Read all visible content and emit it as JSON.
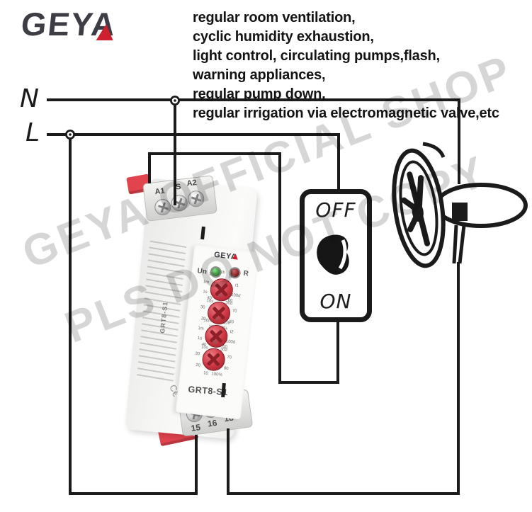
{
  "brand": {
    "logo_text": "GEYA"
  },
  "header": {
    "lines": [
      "regular room ventilation,",
      "cyclic humidity exhaustion,",
      "light control, circulating pumps,flash,",
      "warning appliances,",
      "regular pump down,",
      "regular irrigation via electromagnetic valve,etc"
    ]
  },
  "wiring": {
    "neutral_label": "N",
    "line_label": "L",
    "switch": {
      "off_label": "OFF",
      "on_label": "ON"
    },
    "relay": {
      "top_terminals": [
        "A1",
        "S",
        "A2"
      ],
      "bottom_terminals": [
        "15",
        "16",
        "18"
      ],
      "panel": {
        "brand": "GEYA",
        "power_led_label": "Un",
        "relay_led_label": "R",
        "model": "GRT8-S1",
        "side_model": "GRT8-S1",
        "ce_mark": "C€",
        "dials": [
          {
            "name": "t1-time-range",
            "ticks": [
              "1h",
              "10h",
              "t1",
              "100d",
              "30d",
              "100s",
              "10s",
              "1s",
              "1m",
              "10m"
            ]
          },
          {
            "name": "t1-percent",
            "ticks": [
              "50",
              "60",
              "70",
              "80",
              "100%",
              "10",
              "20",
              "30",
              "40"
            ]
          },
          {
            "name": "t2-time-range",
            "ticks": [
              "1h",
              "10h",
              "t2",
              "100d",
              "30d",
              "100s",
              "10s",
              "1s",
              "1m",
              "10m"
            ]
          },
          {
            "name": "t2-percent",
            "ticks": [
              "50",
              "60",
              "70",
              "80",
              "100%",
              "10",
              "20",
              "30",
              "40"
            ]
          }
        ]
      }
    }
  },
  "watermark": {
    "line1": "GEYA OFFICIAL SHOP",
    "line2": "PLS DO NOT COPY"
  },
  "colors": {
    "wire": "#1b1b1b",
    "logo": "#3d3d46",
    "logo_accent_red": "#cf2030",
    "din_clip_red": "#e2444e",
    "dial_red": "#cc3642",
    "led_green": "#2f9133",
    "led_red": "#8c2020",
    "watermark_gray": "#d6d6d6"
  }
}
